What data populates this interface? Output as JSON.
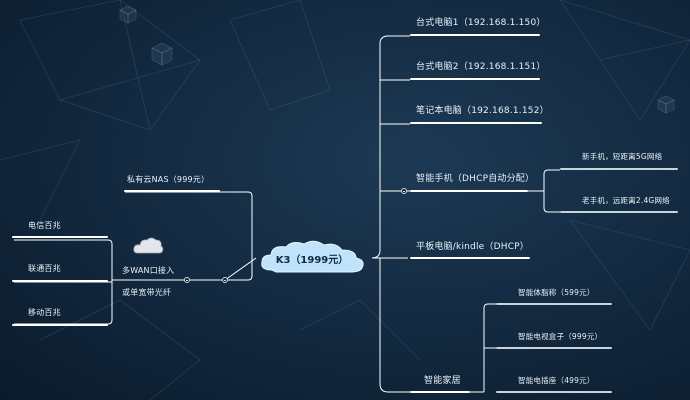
{
  "center": {
    "label": "K3（1999元）"
  },
  "left": {
    "nas": "私有云NAS（999元）",
    "isp": [
      "电信百兆",
      "联通百兆",
      "移动百兆"
    ],
    "wan_line1": "多WAN口接入",
    "wan_line2": "或单宽带光纤",
    "cloud_icon": "cloud-icon"
  },
  "right": {
    "pc1": "台式电脑1（192.168.1.150）",
    "pc2": "台式电脑2（192.168.1.151）",
    "laptop": "笔记本电脑（192.168.1.152）",
    "phone": "智能手机（DHCP自动分配）",
    "phone_new": "新手机，短距离5G网络",
    "phone_old": "老手机，远距离2.4G网络",
    "tablet": "平板电脑/kindle（DHCP）",
    "home": "智能家居",
    "home_items": [
      "智能体脂称（599元）",
      "智能电视盒子（999元）",
      "智能电插座（499元）"
    ]
  },
  "colors": {
    "background": "#12283e",
    "line": "#ffffff",
    "cloud": "#bfe3fb",
    "text": "#e8f1fa"
  }
}
